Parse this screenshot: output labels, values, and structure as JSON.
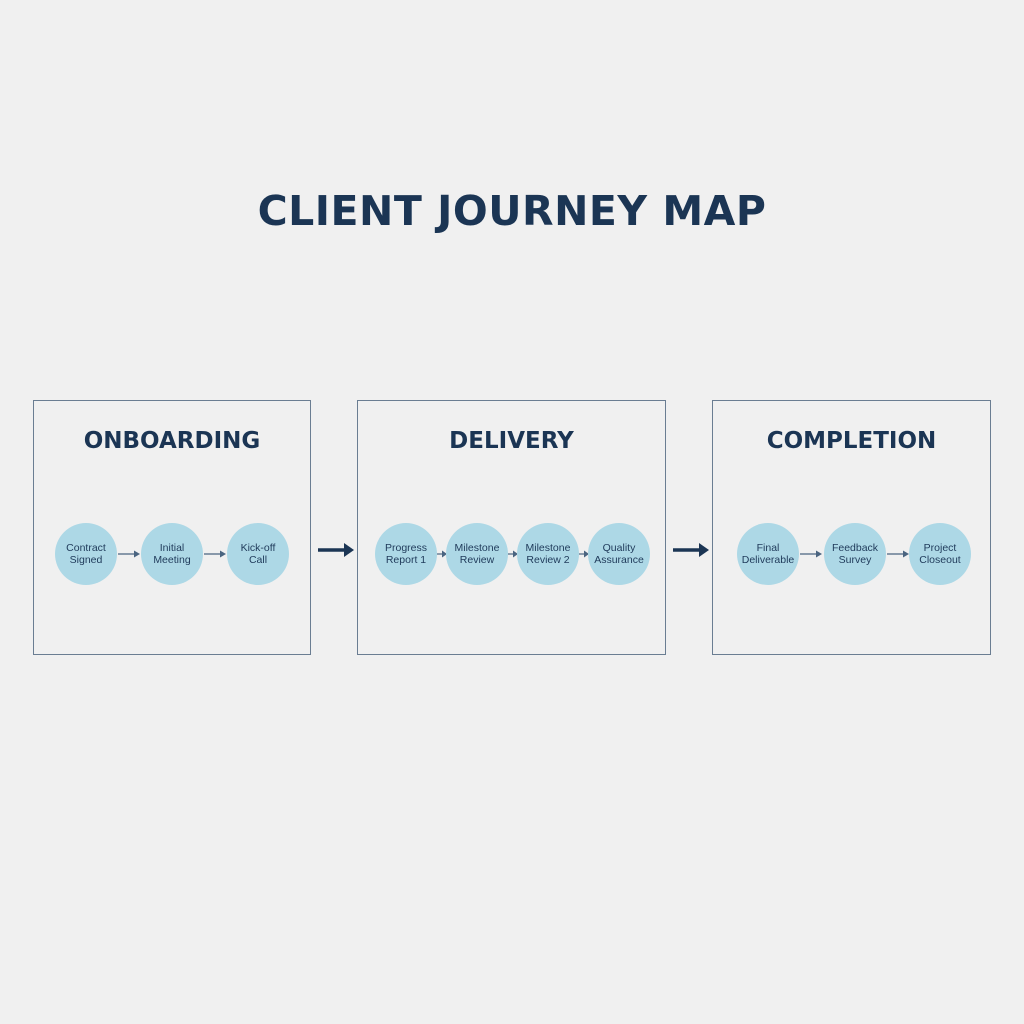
{
  "title": "CLIENT JOURNEY MAP",
  "colors": {
    "background": "#f0f0f0",
    "text": "#1b3554",
    "step_fill": "#add8e6",
    "border": "#6a7d92"
  },
  "phases": [
    {
      "title": "ONBOARDING",
      "steps": [
        "Contract\nSigned",
        "Initial\nMeeting",
        "Kick-off\nCall"
      ]
    },
    {
      "title": "DELIVERY",
      "steps": [
        "Progress\nReport 1",
        "Milestone\nReview",
        "Milestone\nReview 2",
        "Quality\nAssurance"
      ]
    },
    {
      "title": "COMPLETION",
      "steps": [
        "Final\nDeliverable",
        "Feedback\nSurvey",
        "Project\nCloseout"
      ]
    }
  ]
}
